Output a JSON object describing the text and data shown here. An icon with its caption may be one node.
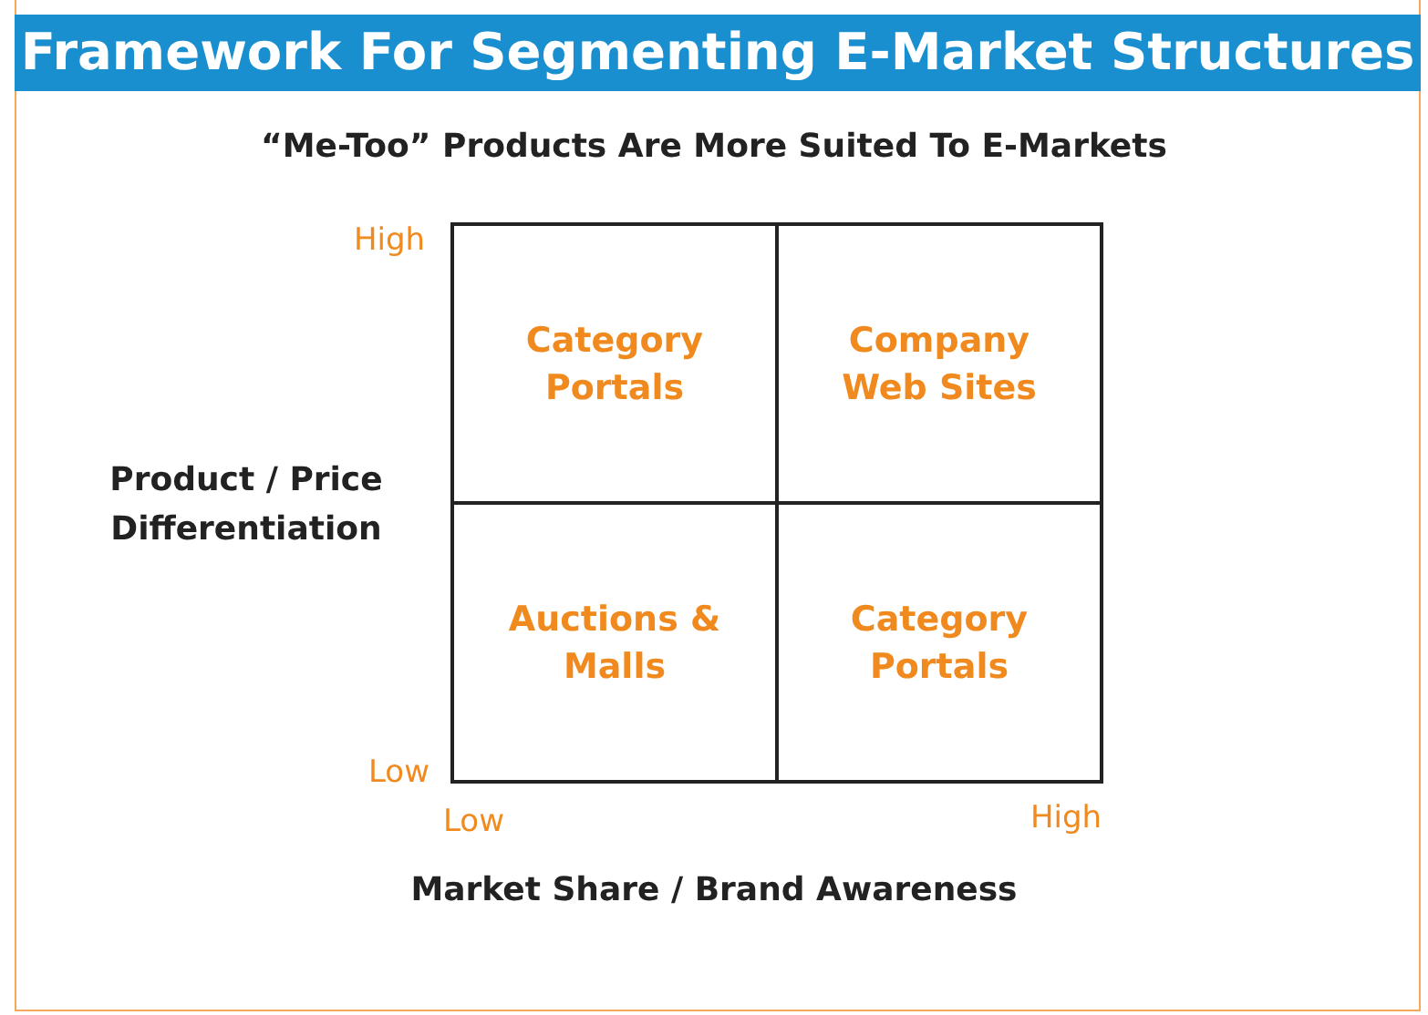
{
  "diagram": {
    "title": "Framework For Segmenting E-Market Structures",
    "nodes": [
      {
        "text": [
          "Category Portals"
        ]
      },
      {
        "text": [
          "Company Web Sites"
        ]
      },
      {
        "text": [
          "Auctions & Malls"
        ]
      },
      {
        "text": [
          "Category Portals"
        ]
      }
    ],
    "labels": [
      "“Me-Too” Products Are More Suited To E-Markets",
      "High",
      "Product / Price Differentiation",
      "Low",
      "Low",
      "High",
      "Market Share / Brand Awareness"
    ]
  }
}
